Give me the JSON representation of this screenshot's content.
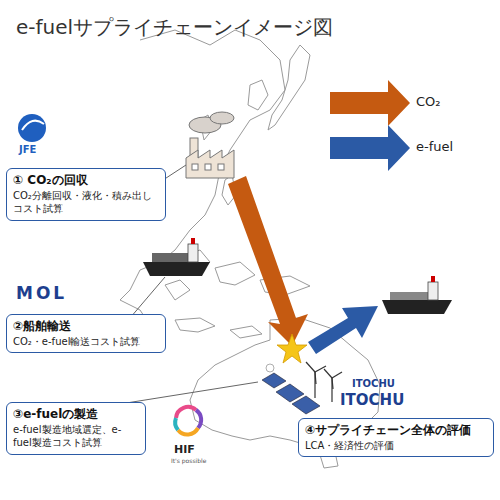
{
  "diagram": {
    "title": "e-fuelサプライチェーンイメージ図",
    "nodes": [
      {
        "text": [
          "① CO₂の回収",
          "CO₂分離回収・液化・積み出しコスト試算"
        ]
      },
      {
        "text": [
          "②船舶輸送",
          "CO₂・e-fuel輸送コスト試算"
        ]
      },
      {
        "text": [
          "③e-fuelの製造",
          "e-fuel製造地域選定、e-fuel製造コスト試算"
        ]
      },
      {
        "text": [
          "④サプライチェーン全体の評価",
          "LCA・経済性の評価"
        ]
      }
    ],
    "labels": [
      "JFE",
      "MOL",
      "HIF",
      "It's possible",
      "ITOCHU",
      "ITOCHU"
    ],
    "legend": [
      {
        "text": "CO₂"
      },
      {
        "text": "e-fuel"
      }
    ]
  }
}
